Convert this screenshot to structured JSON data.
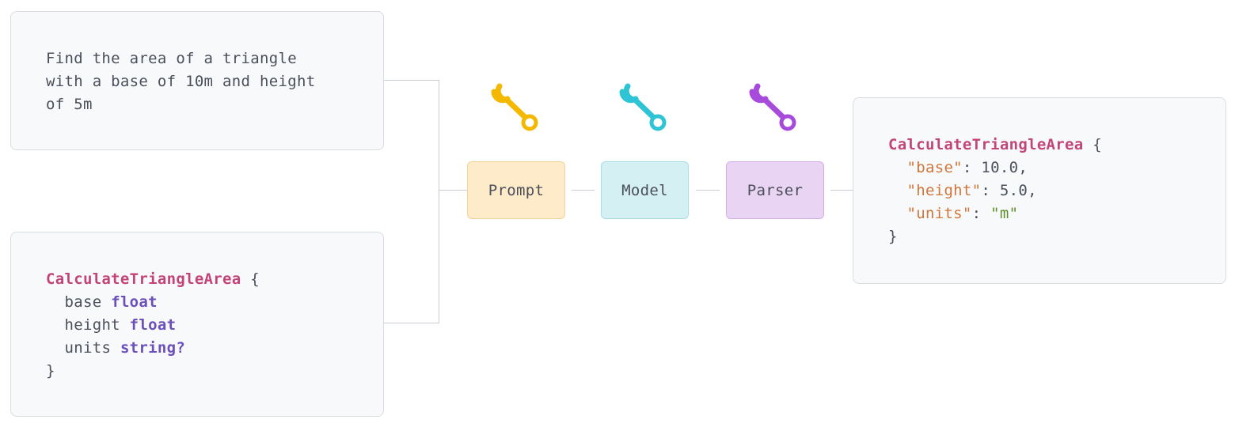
{
  "prompt_card": {
    "lines": [
      "Find the area of a triangle",
      "with a base of 10m and height",
      "of 5m"
    ]
  },
  "schema_card": {
    "type_name": "CalculateTriangleArea",
    "open_brace": "{",
    "close_brace": "}",
    "fields": [
      {
        "name": "base",
        "type": "float"
      },
      {
        "name": "height",
        "type": "float"
      },
      {
        "name": "units",
        "type": "string?"
      }
    ]
  },
  "pipeline": {
    "steps": [
      {
        "label": "Prompt",
        "icon": "wrench-icon",
        "color": "#f5b800"
      },
      {
        "label": "Model",
        "icon": "wrench-icon",
        "color": "#2ec4d6"
      },
      {
        "label": "Parser",
        "icon": "wrench-icon",
        "color": "#a64bdc"
      }
    ]
  },
  "output_card": {
    "type_name": "CalculateTriangleArea",
    "open_brace": "{",
    "close_brace": "}",
    "entries": [
      {
        "key": "\"base\"",
        "value": "10.0,"
      },
      {
        "key": "\"height\"",
        "value": "5.0,"
      },
      {
        "key": "\"units\"",
        "value": "\"m\""
      }
    ]
  },
  "colors": {
    "type_name": "#c2457a",
    "keyword": "#6b4fbb",
    "json_key": "#d0763b",
    "json_string": "#5e8f29"
  }
}
